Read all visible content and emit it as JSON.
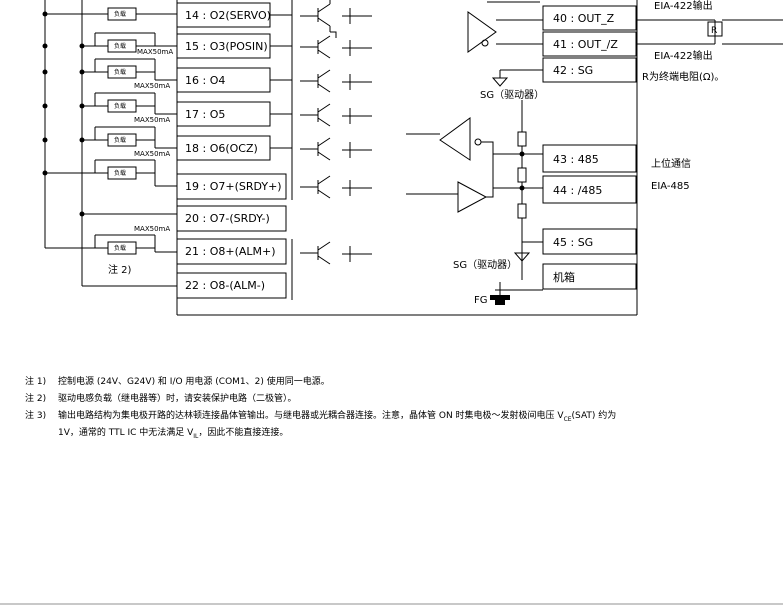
{
  "left_pins": [
    "14 : O2(SERVO)",
    "15 : O3(POSIN)",
    "16 : O4",
    "17 : O5",
    "18 : O6(OCZ)",
    "19 : O7+(SRDY+)",
    "20 : O7-(SRDY-)",
    "21 : O8+(ALM+)",
    "22 : O8-(ALM-)"
  ],
  "right_pins": [
    "40 : OUT_Z",
    "41 : OUT_/Z",
    "42 : SG",
    "43 : 485",
    "44 : /485",
    "45 : SG",
    "机箱"
  ],
  "labels": {
    "load": "负载",
    "max_current": "MAX50mA",
    "note2_marker": "注 2)",
    "sg_driver": "SG（驱动器）",
    "fg": "FG",
    "eia422_out": "EIA-422输出",
    "resistor_r": "R",
    "terminator": "R为终端电阻(Ω)。",
    "host_comm": "上位通信",
    "eia485": "EIA-485"
  },
  "notes": [
    {
      "tag": "注 1)",
      "text": "控制电源 (24V、G24V) 和 I/O 用电源 (COM1、2) 使用同一电源。"
    },
    {
      "tag": "注 2)",
      "text": "驱动电感负载（继电器等）时，请安装保护电路（二极管）。"
    },
    {
      "tag": "注 3)",
      "text": "输出电路结构为集电极开路的达林顿连接晶体管输出。与继电器或光耦合器连接。注意，晶体管 ON 时集电极～发射极间电压 V",
      "sub1": "CE",
      "text_b": "(SAT) 约为"
    },
    {
      "tag": "",
      "text": "1V，通常的 TTL IC 中无法满足 V",
      "sub1": "IL",
      "text_b": "，因此不能直接连接。"
    }
  ]
}
